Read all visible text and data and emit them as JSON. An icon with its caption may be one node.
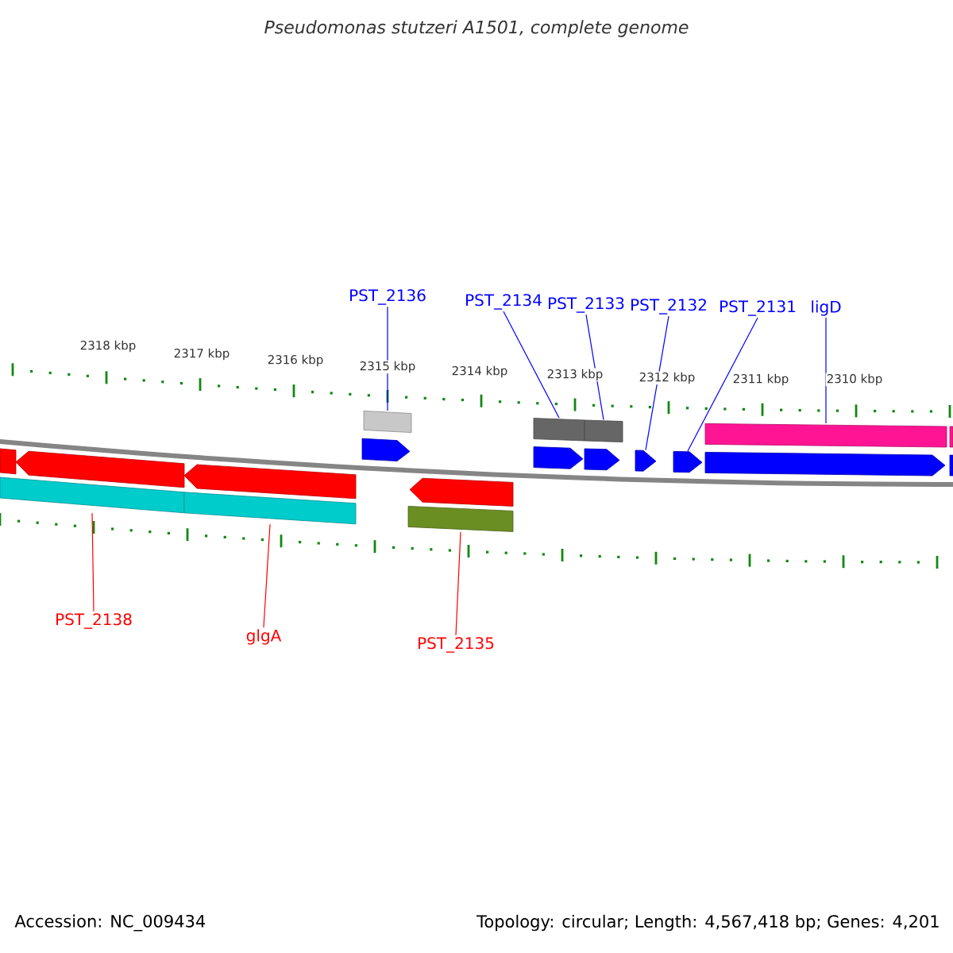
{
  "diagram": {
    "title": "Pseudomonas stutzeri A1501, complete genome",
    "nodes": [
      {
        "text": [
          "PST_2136"
        ]
      },
      {
        "text": [
          "PST_2134"
        ]
      },
      {
        "text": [
          "PST_2133"
        ]
      },
      {
        "text": [
          "PST_2132"
        ]
      },
      {
        "text": [
          "PST_2131"
        ]
      },
      {
        "text": [
          "ligD"
        ]
      },
      {
        "text": [
          "PST_2138"
        ]
      },
      {
        "text": [
          "glgA"
        ]
      },
      {
        "text": [
          "PST_2135"
        ]
      },
      {
        "text": [],
        "shape": "bar"
      },
      {
        "text": [],
        "shape": "bar"
      },
      {
        "text": [],
        "shape": "arrow"
      },
      {
        "text": [],
        "shape": "arrow"
      },
      {
        "text": [],
        "shape": "bar"
      },
      {
        "text": [],
        "shape": "bar"
      },
      {
        "text": [],
        "shape": "arrow"
      },
      {
        "text": [],
        "shape": "arrow"
      },
      {
        "text": [],
        "shape": "bar"
      },
      {
        "text": [],
        "shape": "bar"
      },
      {
        "text": [],
        "shape": "arrow"
      },
      {
        "text": [],
        "shape": "bar"
      },
      {
        "text": [],
        "shape": "arrow"
      },
      {
        "text": [],
        "shape": "arrow"
      },
      {
        "text": [],
        "shape": "arrow"
      },
      {
        "text": [],
        "shape": "bar"
      },
      {
        "text": [],
        "shape": "arrow"
      },
      {
        "text": [],
        "shape": "bar"
      },
      {
        "text": [],
        "shape": "bar"
      }
    ],
    "edges": [
      {
        "from": 0,
        "to": 14,
        "arrow": "none"
      },
      {
        "from": 1,
        "to": 18,
        "arrow": "none"
      },
      {
        "from": 2,
        "to": 20,
        "arrow": "none"
      },
      {
        "from": 3,
        "to": 22,
        "arrow": "none"
      },
      {
        "from": 4,
        "to": 23,
        "arrow": "none"
      },
      {
        "from": 5,
        "to": 24,
        "arrow": "none"
      },
      {
        "from": 6,
        "to": 10,
        "arrow": "none",
        "color": "#ff0000"
      },
      {
        "from": 7,
        "to": 13,
        "arrow": "none",
        "color": "#ff0000"
      },
      {
        "from": 8,
        "to": 17,
        "arrow": "none",
        "color": "#ff0000"
      }
    ],
    "labels": [
      "2318 kbp",
      "2317 kbp",
      "2316 kbp",
      "2315 kbp",
      "2314 kbp",
      "2313 kbp",
      "2312 kbp",
      "2311 kbp",
      "2310 kbp",
      "Accession: NC_009434",
      "Topology: circular; Length: 4,567,418 bp; Genes: 4,201"
    ]
  }
}
